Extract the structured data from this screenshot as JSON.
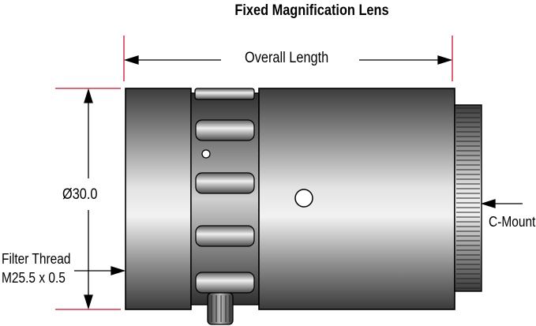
{
  "title": "Fixed Magnification Lens",
  "dimensions": {
    "overall_length_label": "Overall Length",
    "diameter_label": "Ø30.0"
  },
  "callouts": {
    "filter_thread_line1": "Filter Thread",
    "filter_thread_line2": "M25.5 x 0.5",
    "mount_label": "C-Mount"
  },
  "colors": {
    "dimension_line": "#c8102e",
    "lens_body": "#8a8a8a",
    "outline": "#000000"
  }
}
